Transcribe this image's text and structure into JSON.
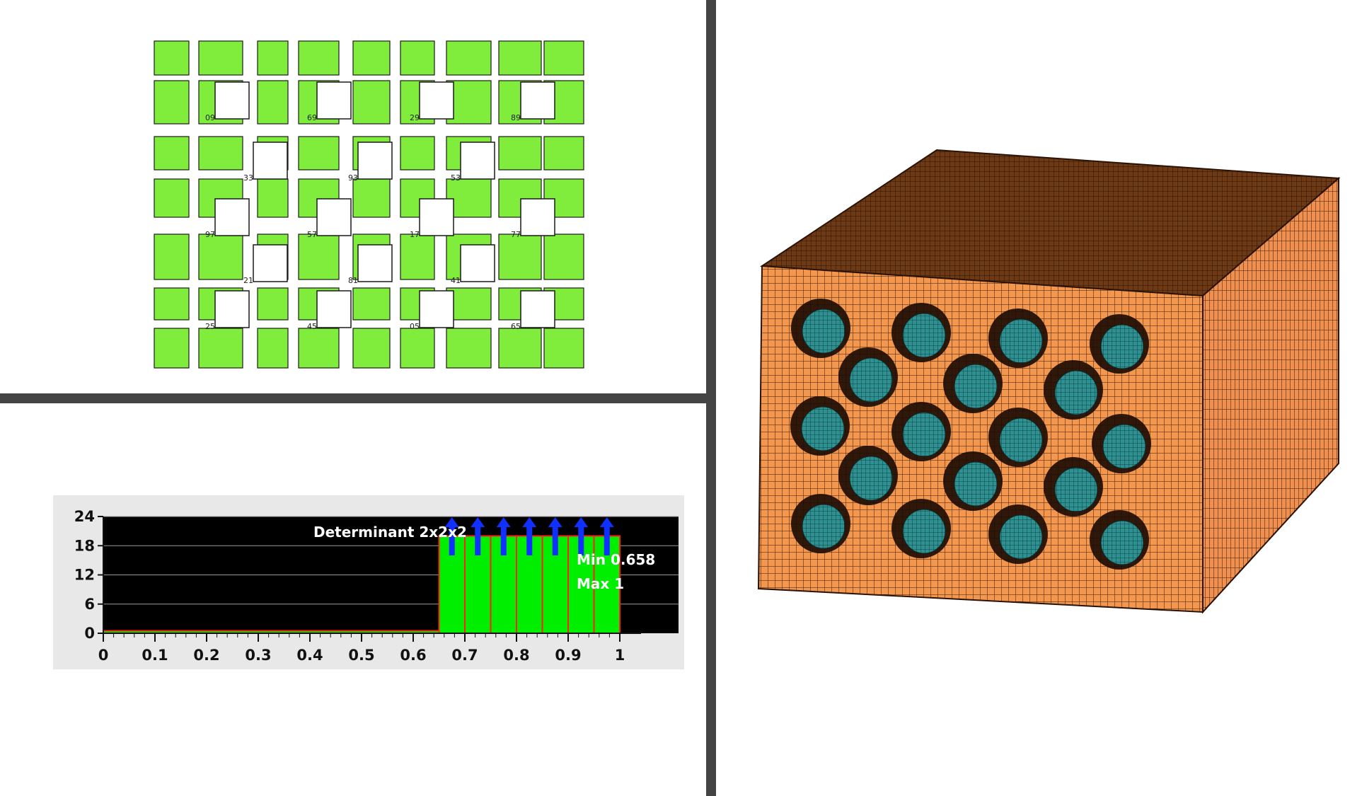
{
  "colors": {
    "block_green": "#80ec3c",
    "mesh_orange": "#f3964e",
    "mesh_top": "#6e3a16",
    "inclusion_teal": "#2e9090",
    "histogram_bar": "#00ee00",
    "histogram_bar_edge": "#ff2020",
    "marker_blue": "#1030ff",
    "plot_background": "#000000",
    "divider": "#444444"
  },
  "block_view": {
    "labels": [
      "09",
      "69",
      "29",
      "89",
      "33",
      "93",
      "53",
      "97",
      "57",
      "17",
      "77",
      "21",
      "81",
      "41",
      "25",
      "45",
      "05",
      "65"
    ]
  },
  "chart_data": {
    "type": "bar",
    "title": "Determinant 2x2x2",
    "annotations": [
      "Min 0.658",
      "Max 1"
    ],
    "xlim": [
      0,
      1
    ],
    "ylim": [
      0,
      24
    ],
    "xticks": [
      "0",
      "0.1",
      "0.2",
      "0.3",
      "0.4",
      "0.5",
      "0.6",
      "0.7",
      "0.8",
      "0.9",
      "1"
    ],
    "yticks": [
      "0",
      "6",
      "12",
      "18",
      "24"
    ],
    "bins": [
      {
        "x0": 0.0,
        "x1": 0.65,
        "value": 0.5
      },
      {
        "x0": 0.65,
        "x1": 0.7,
        "value": 20
      },
      {
        "x0": 0.7,
        "x1": 0.75,
        "value": 20
      },
      {
        "x0": 0.75,
        "x1": 0.8,
        "value": 20
      },
      {
        "x0": 0.8,
        "x1": 0.85,
        "value": 20
      },
      {
        "x0": 0.85,
        "x1": 0.9,
        "value": 20
      },
      {
        "x0": 0.9,
        "x1": 0.95,
        "value": 20
      },
      {
        "x0": 0.95,
        "x1": 1.0,
        "value": 20
      }
    ],
    "markers": [
      0.675,
      0.725,
      0.775,
      0.825,
      0.875,
      0.925,
      0.975
    ],
    "grid": true
  }
}
